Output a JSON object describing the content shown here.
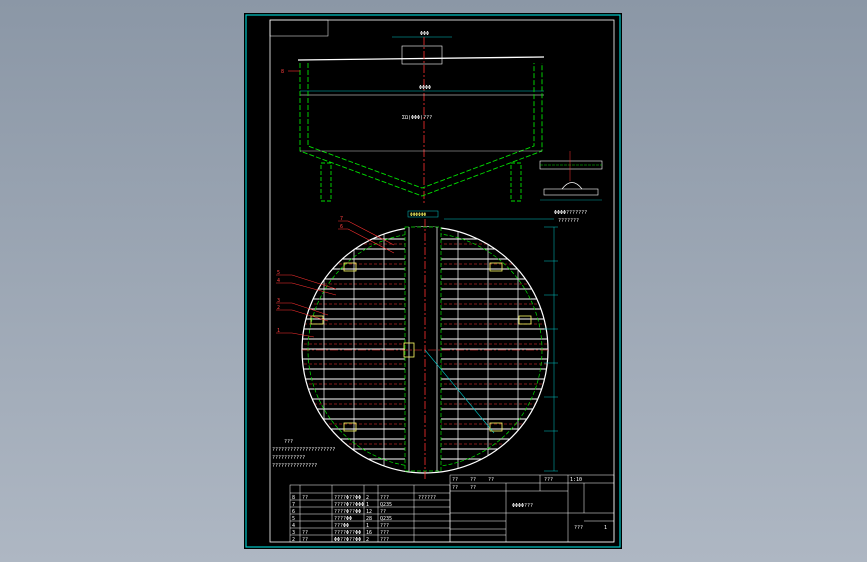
{
  "drawing": {
    "top_dimension": "ΦΦΦ",
    "section_label": "ΣΩ(ΦΦΦ)???",
    "detail_label": "ΦΦΦΦ???????",
    "detail_sublabel": "???????",
    "tag_label": "ΦΦΦΦΦΦ",
    "dim_width": "ΦΦΦΦ",
    "callouts": [
      "8",
      "7",
      "6",
      "5",
      "4",
      "3",
      "2",
      "1"
    ],
    "tech_notes_title": "???",
    "tech_notes": [
      "?????????????????????",
      "???????????",
      "???????????????"
    ]
  },
  "bom": {
    "rows": [
      {
        "no": "8",
        "code": "??",
        "name": "????Φ??ΦΦ",
        "qty": "2",
        "mat": "???"
      },
      {
        "no": "7",
        "code": "",
        "name": "????Φ??ΦΦΦ",
        "qty": "1",
        "mat": "Q235"
      },
      {
        "no": "6",
        "code": "",
        "name": "????Φ??ΦΦ",
        "qty": "12",
        "mat": "??"
      },
      {
        "no": "5",
        "code": "",
        "name": "????ΦΦ",
        "qty": "28",
        "mat": "Q235"
      },
      {
        "no": "4",
        "code": "",
        "name": "???ΦΦ",
        "qty": "1",
        "mat": "???"
      },
      {
        "no": "3",
        "code": "??",
        "name": "????Φ??ΦΦ",
        "qty": "16",
        "mat": "???"
      },
      {
        "no": "2",
        "code": "??",
        "name": "ΦΦ??Φ??ΦΦ",
        "qty": "2",
        "mat": "???"
      }
    ],
    "extra_label": "??????"
  },
  "title_block": {
    "drawing_title": "ΦΦΦΦ???",
    "drawing_no": "???",
    "sheet": "1",
    "scale": "1:10",
    "weight_label": "???",
    "fields": [
      "??",
      "??",
      "??",
      "??",
      "??"
    ]
  }
}
